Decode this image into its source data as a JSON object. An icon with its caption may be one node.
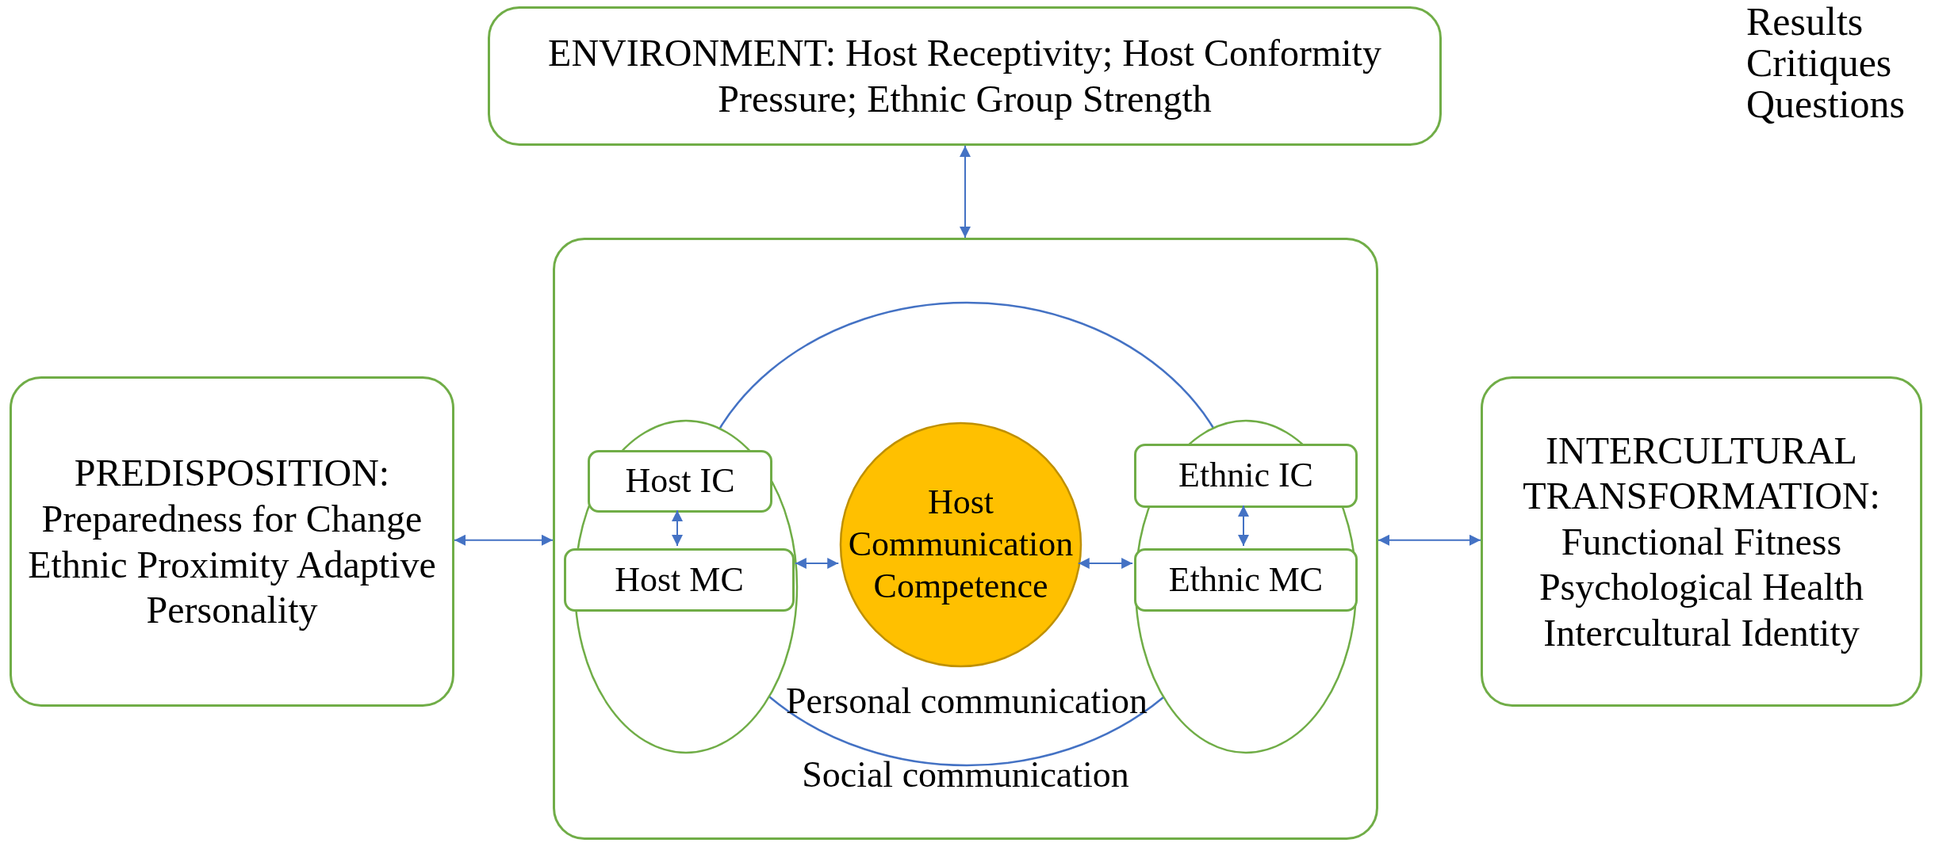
{
  "diagram": {
    "nodes": [
      {
        "text": [
          "ENVIRONMENT: Host Receptivity; Host Conformity Pressure; Ethnic Group Strength"
        ]
      },
      {
        "text": [
          "PREDISPOSITION: Preparedness for Change Ethnic Proximity Adaptive Personality"
        ]
      },
      {
        "text": [
          "Social communication"
        ]
      },
      {
        "text": [
          "Personal communication"
        ],
        "in": 2
      },
      {
        "text": [],
        "shape": "circle",
        "in": 2
      },
      {
        "text": [
          "Host IC"
        ],
        "in": 4
      },
      {
        "text": [
          "Host MC"
        ],
        "in": 4
      },
      {
        "text": [
          "Host Communication Competence"
        ],
        "in": 3
      },
      {
        "text": [],
        "shape": "circle",
        "in": 2
      },
      {
        "text": [
          "Ethnic IC"
        ],
        "in": 8
      },
      {
        "text": [
          "Ethnic MC"
        ],
        "in": 8
      },
      {
        "text": [
          "INTERCULTURAL TRANSFORMATION: Functional Fitness Psychological Health Intercultural Identity"
        ]
      }
    ],
    "edges": [
      {
        "from": 0,
        "to": 2,
        "arrow": "both"
      },
      {
        "from": 1,
        "to": 2,
        "arrow": "both"
      },
      {
        "from": 2,
        "to": 11,
        "arrow": "both"
      },
      {
        "from": 5,
        "to": 6,
        "arrow": "both"
      },
      {
        "from": 4,
        "to": 7,
        "arrow": "both"
      },
      {
        "from": 7,
        "to": 8,
        "arrow": "both"
      },
      {
        "from": 9,
        "to": 10,
        "arrow": "both"
      }
    ],
    "labels": [
      "Results",
      "Critiques",
      "Questions"
    ]
  }
}
